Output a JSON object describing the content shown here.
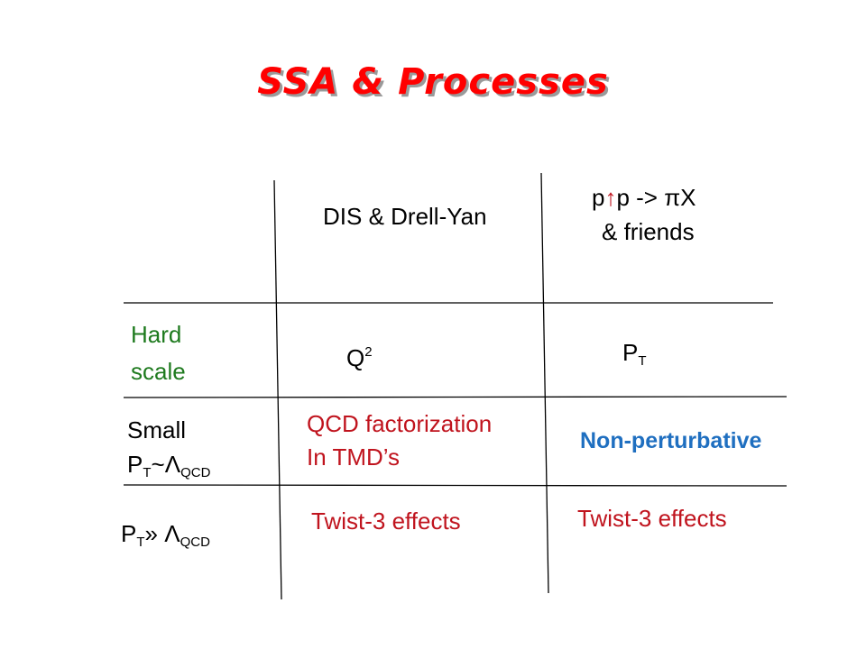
{
  "title": "SSA & Processes",
  "columns": {
    "dis": "DIS & Drell-Yan",
    "pp": {
      "p1": "p",
      "arrow": "↑",
      "p2": "p -> πX",
      "line2": "& friends"
    }
  },
  "rows": {
    "hard": {
      "line1": "Hard",
      "line2": "scale",
      "q_base": "Q",
      "q_sup": "2",
      "pt_base": "P",
      "pt_sub": "T"
    },
    "small": {
      "line1": "Small",
      "p": "P",
      "t": "T",
      "rel": "~Λ",
      "qcd": "QCD",
      "dis_line1": "QCD factorization",
      "dis_line2": "In TMD’s",
      "pp": "Non-perturbative"
    },
    "large": {
      "p": "P",
      "t": "T",
      "rel": "» Λ",
      "qcd": "QCD",
      "dis": "Twist-3 effects",
      "pp": "Twist-3 effects"
    }
  },
  "colors": {
    "title": "#ff0000",
    "hard_scale": "#1e7a1e",
    "red_text": "#c0141e",
    "blue_text": "#1f6fc0"
  }
}
